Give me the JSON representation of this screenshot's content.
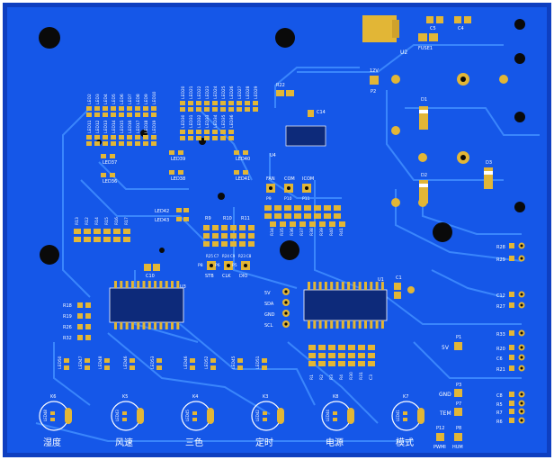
{
  "colors": {
    "board": "#1557e8",
    "board_edge": "#0e3fc0",
    "trace": "#3f8cff",
    "silk": "#ffffff",
    "pad": "#e2b636",
    "hole": "#0a0a0a",
    "chip": "#0d2a7a"
  },
  "power": {
    "u2": "U2",
    "c5": "C5",
    "c4": "C4",
    "fuse": "FUSE1",
    "p12v": "12V",
    "p2": "P2",
    "d1": "D1",
    "d2": "D2",
    "d3": "D3",
    "r22": "R22",
    "c14": "C14",
    "u4": "U4"
  },
  "led_labels": [
    "LED2",
    "LED3",
    "LED4",
    "LED5",
    "LED6",
    "LED7",
    "LED8",
    "LED9",
    "LED10",
    "LED11",
    "LED12",
    "LED13",
    "LED14",
    "LED15",
    "LED16",
    "LED17",
    "LED18",
    "LED19",
    "LED20",
    "LED21",
    "LED22",
    "LED23",
    "LED24",
    "LED25",
    "LED26",
    "LED27",
    "LED28",
    "LED29",
    "LED30",
    "LED31",
    "LED32",
    "LED33",
    "LED34",
    "LED35",
    "LED36"
  ],
  "led_side_labels": [
    "LED37",
    "LED36",
    "LED39",
    "LED38",
    "LED40",
    "LED41",
    "LED42",
    "LED43"
  ],
  "r_top": [
    "R9",
    "R10",
    "R11",
    "R12",
    "R13",
    "R14",
    "R15",
    "R16",
    "R17"
  ],
  "ports_mid": [
    {
      "label": "P8",
      "name": "STB"
    },
    {
      "label": "P6",
      "name": "CLK"
    },
    {
      "label": "P5",
      "name": "DIO"
    }
  ],
  "mid_small": [
    "R25",
    "C7",
    "R24",
    "C9",
    "R23",
    "C8",
    "C10",
    "U3"
  ],
  "fan_ports": [
    {
      "name": "FAN",
      "label": "P9"
    },
    {
      "name": "COM",
      "label": "P10"
    },
    {
      "name": "ICOM",
      "label": "P11"
    }
  ],
  "r_row_mid": [
    "R34",
    "R35",
    "R36",
    "R37",
    "R38",
    "R39",
    "R40",
    "R41"
  ],
  "left_r": [
    "R18",
    "R19",
    "R26",
    "R32"
  ],
  "left_resistor_labels": [
    "R13",
    "R12",
    "R14",
    "R15",
    "R16",
    "R17"
  ],
  "u1_pins": [
    {
      "label": "5V"
    },
    {
      "label": "SDA"
    },
    {
      "label": "GND"
    },
    {
      "label": "SCL"
    }
  ],
  "u1": "U1",
  "c1": "C1",
  "bottom_r": [
    "R1",
    "R2",
    "R3",
    "R4",
    "R30",
    "R31",
    "C3"
  ],
  "right_r": [
    "R28",
    "R29",
    "C12",
    "R27",
    "R33",
    "R20",
    "C6",
    "R21",
    "C8",
    "R5",
    "R7",
    "R6"
  ],
  "p1": {
    "label": "P1",
    "name": "5V"
  },
  "p3": {
    "label": "P3",
    "name": "GND"
  },
  "p7": {
    "label": "P7",
    "name": "TEM"
  },
  "p12": {
    "label": "P12",
    "name": "PWMI"
  },
  "p8b": {
    "label": "P8",
    "name": "HUM"
  },
  "led_small": [
    "LED50",
    "LED47",
    "LED48",
    "LED46",
    "LED53",
    "LED46",
    "LED52",
    "LED45",
    "LED51"
  ],
  "buttons": [
    {
      "k": "K6",
      "led": "LED48",
      "cn": "湿度"
    },
    {
      "k": "K5",
      "led": "LED43",
      "cn": "风速"
    },
    {
      "k": "K4",
      "led": "LED45",
      "cn": "三色"
    },
    {
      "k": "K3",
      "led": "LED42",
      "cn": "定时"
    },
    {
      "k": "K8",
      "led": "LED44",
      "cn": "电源"
    },
    {
      "k": "K7",
      "led": "LED41",
      "cn": "模式"
    }
  ]
}
